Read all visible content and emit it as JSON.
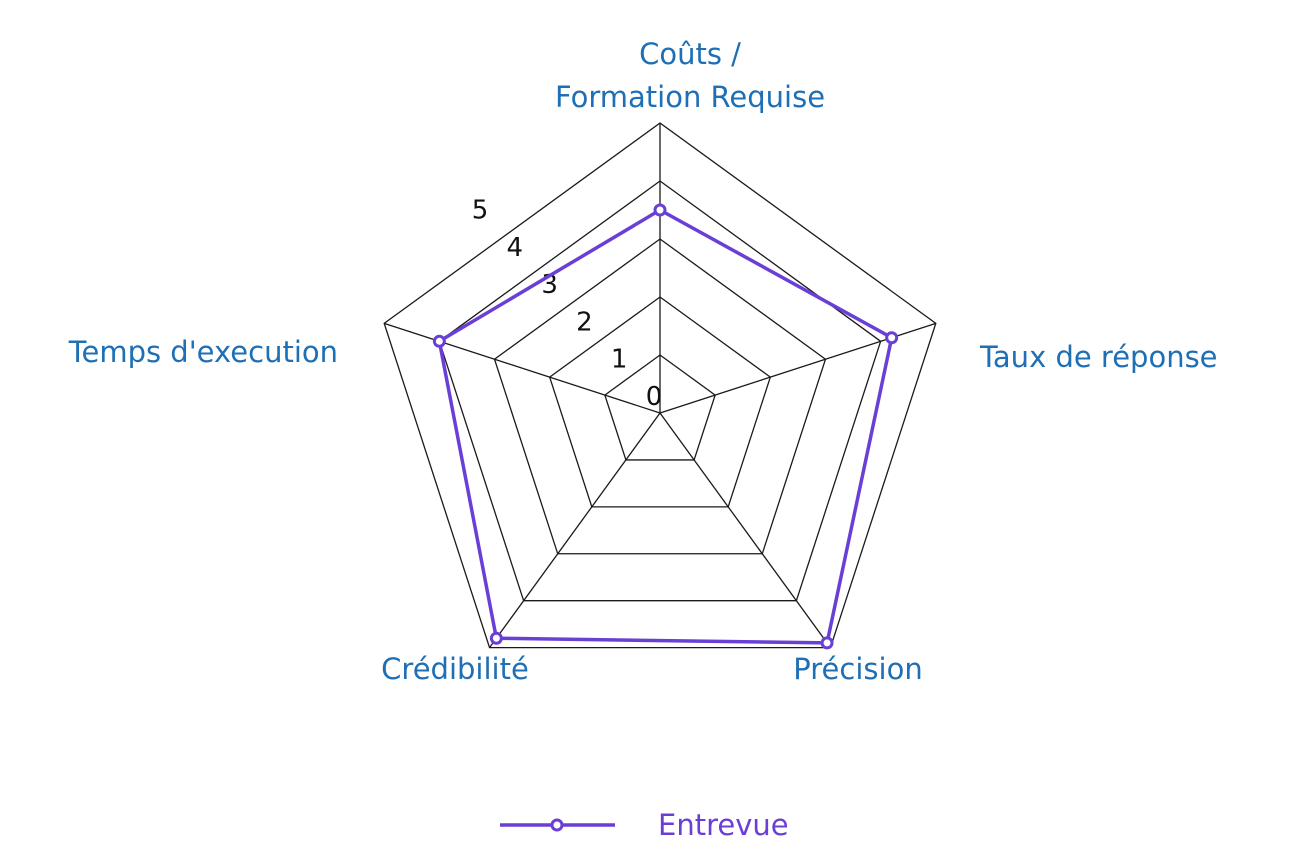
{
  "chart_data": {
    "type": "radar",
    "axes": [
      {
        "label_lines": [
          "Coûts /",
          "Formation Requise"
        ]
      },
      {
        "label_lines": [
          "Taux de réponse"
        ]
      },
      {
        "label_lines": [
          "Précision"
        ]
      },
      {
        "label_lines": [
          "Crédibilité"
        ]
      },
      {
        "label_lines": [
          "Temps d'execution"
        ]
      }
    ],
    "ticks": [
      "0",
      "1",
      "2",
      "3",
      "4",
      "5"
    ],
    "range": [
      0,
      5
    ],
    "grid": true,
    "legend_position": "bottom",
    "series": [
      {
        "name": "Entrevue",
        "color": "#6a3fd6",
        "values": [
          3.5,
          4.2,
          4.9,
          4.8,
          4.0
        ]
      }
    ]
  }
}
